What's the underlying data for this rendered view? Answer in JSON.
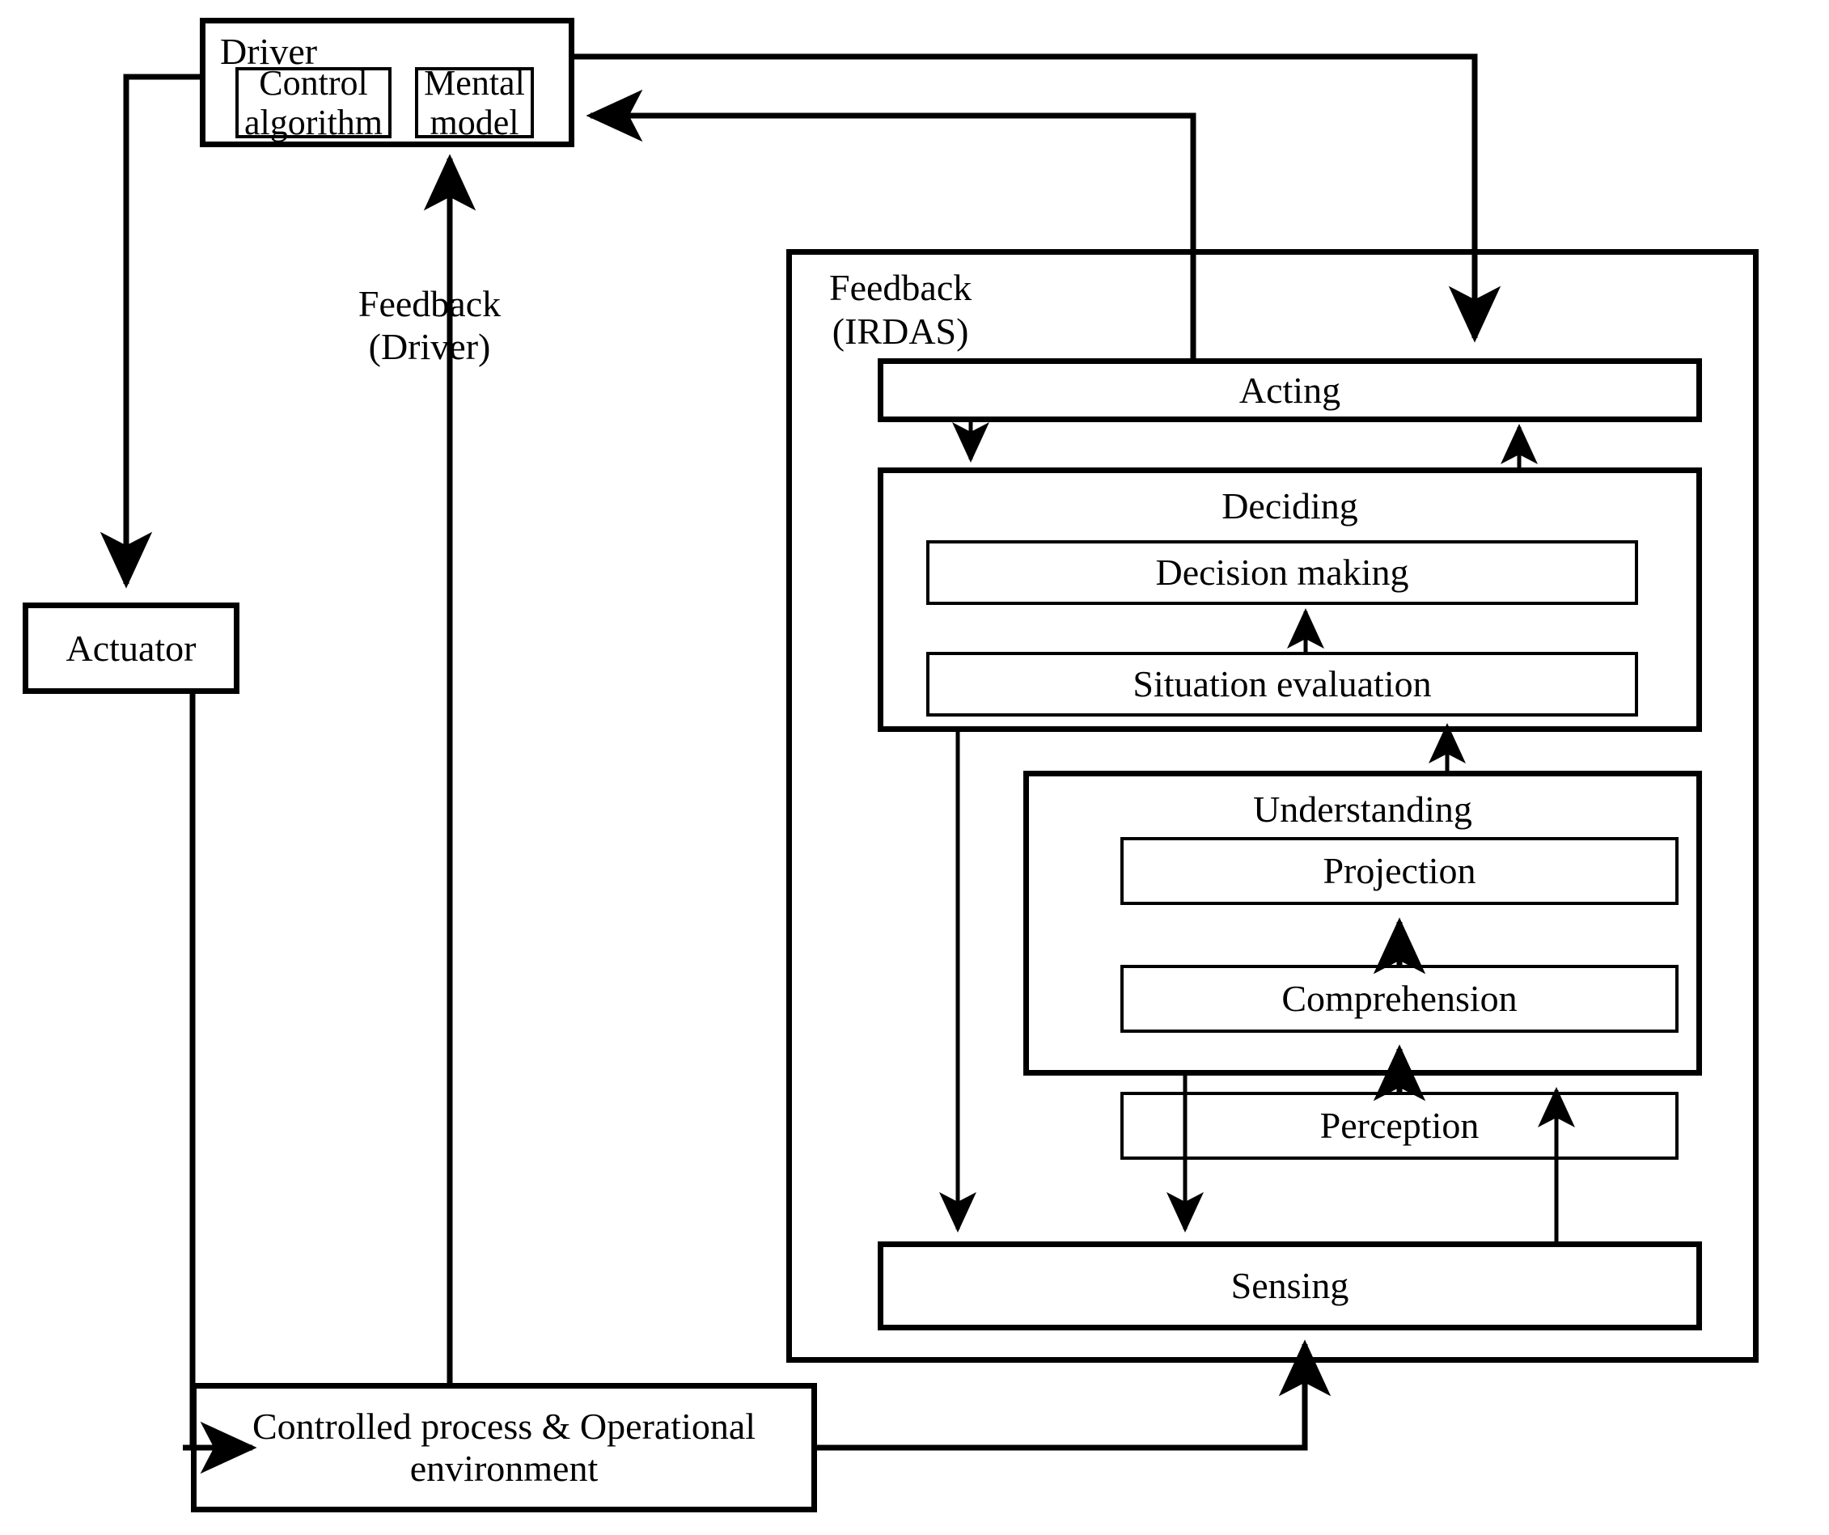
{
  "diagram": {
    "title": "Driver and IRDAS feedback control loop",
    "line_color": "#000000",
    "background_color": "#ffffff"
  },
  "nodes": {
    "driver": {
      "label": "Driver"
    },
    "control_algorithm": {
      "label": "Control\nalgorithm"
    },
    "mental_model": {
      "label": "Mental\nmodel"
    },
    "actuator": {
      "label": "Actuator"
    },
    "controlled_process": {
      "label": "Controlled process\n& Operational environment"
    },
    "irdas": {
      "label": "Feedback\n(IRDAS)"
    },
    "acting": {
      "label": "Acting"
    },
    "deciding": {
      "label": "Deciding"
    },
    "decision_making": {
      "label": "Decision making"
    },
    "situation_evaluation": {
      "label": "Situation evaluation"
    },
    "understanding": {
      "label": "Understanding"
    },
    "projection": {
      "label": "Projection"
    },
    "comprehension": {
      "label": "Comprehension"
    },
    "perception": {
      "label": "Perception"
    },
    "sensing": {
      "label": "Sensing"
    }
  },
  "annotations": {
    "feedback_driver": {
      "label": "Feedback\n(Driver)"
    }
  },
  "edges": [
    {
      "name": "driver-to-actuator",
      "from": "driver",
      "to": "actuator",
      "arrow": "down"
    },
    {
      "name": "actuator-to-controlled-process",
      "from": "actuator",
      "to": "controlled_process",
      "arrow": "right"
    },
    {
      "name": "controlled-process-to-driver",
      "from": "controlled_process",
      "to": "driver",
      "arrow": "up",
      "label": "Feedback\n(Driver)"
    },
    {
      "name": "controlled-process-to-sensing",
      "from": "controlled_process",
      "to": "sensing",
      "arrow": "up"
    },
    {
      "name": "driver-to-acting",
      "from": "driver",
      "to": "acting",
      "arrow": "down"
    },
    {
      "name": "driver-to-irdas",
      "from": "driver",
      "to": "irdas",
      "arrow": "down"
    },
    {
      "name": "acting-to-driver",
      "from": "acting",
      "to": "driver",
      "arrow": "left"
    },
    {
      "name": "acting-to-deciding",
      "from": "acting",
      "to": "deciding",
      "arrow": "down"
    },
    {
      "name": "deciding-to-acting",
      "from": "deciding",
      "to": "acting",
      "arrow": "up"
    },
    {
      "name": "situation-evaluation-to-decision-making",
      "from": "situation_evaluation",
      "to": "decision_making",
      "arrow": "up"
    },
    {
      "name": "understanding-to-deciding",
      "from": "understanding",
      "to": "deciding",
      "arrow": "up"
    },
    {
      "name": "comprehension-to-projection",
      "from": "comprehension",
      "to": "projection",
      "arrow": "up"
    },
    {
      "name": "perception-to-comprehension",
      "from": "perception",
      "to": "comprehension",
      "arrow": "up"
    },
    {
      "name": "deciding-to-sensing",
      "from": "deciding",
      "to": "sensing",
      "arrow": "down"
    },
    {
      "name": "understanding-to-sensing",
      "from": "understanding",
      "to": "sensing",
      "arrow": "down"
    },
    {
      "name": "sensing-to-understanding",
      "from": "sensing",
      "to": "understanding",
      "arrow": "up"
    }
  ]
}
